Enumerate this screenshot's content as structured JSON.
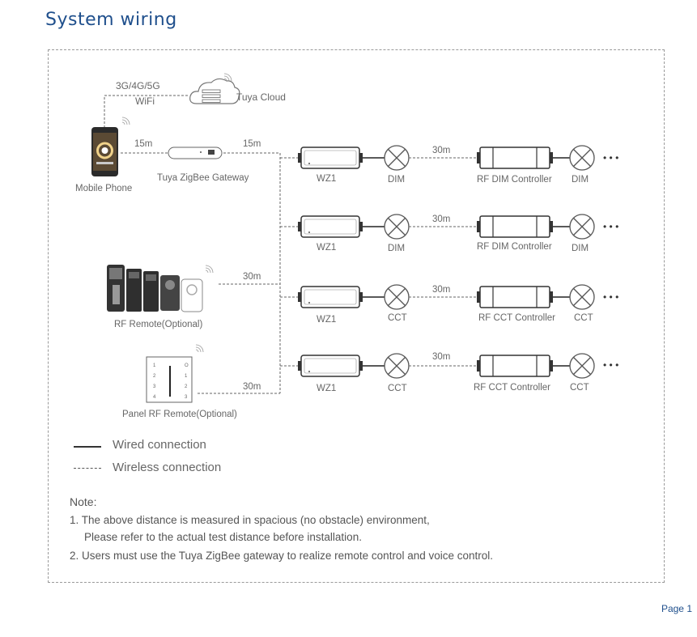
{
  "title": "System wiring",
  "cloud": {
    "network_label": "3G/4G/5G",
    "wifi_label": "WiFi",
    "label": "Tuya Cloud"
  },
  "phone": {
    "label": "Mobile Phone"
  },
  "gateway": {
    "label": "Tuya ZigBee Gateway",
    "distance_in": "15m",
    "distance_out": "15m"
  },
  "rf_remote": {
    "label": "RF Remote(Optional)",
    "distance": "30m"
  },
  "panel_remote": {
    "label": "Panel RF Remote(Optional)",
    "distance": "30m",
    "left_keys": [
      "1",
      "2",
      "3",
      "4"
    ],
    "right_keys": [
      "O",
      "1",
      "2",
      "3"
    ]
  },
  "rows": [
    {
      "receiver": "WZ1",
      "load1": "DIM",
      "distance": "30m",
      "controller": "RF DIM Controller",
      "load2": "DIM",
      "more": "• • •"
    },
    {
      "receiver": "WZ1",
      "load1": "DIM",
      "distance": "30m",
      "controller": "RF DIM Controller",
      "load2": "DIM",
      "more": "• • •"
    },
    {
      "receiver": "WZ1",
      "load1": "CCT",
      "distance": "30m",
      "controller": "RF CCT Controller",
      "load2": "CCT",
      "more": "• • •"
    },
    {
      "receiver": "WZ1",
      "load1": "CCT",
      "distance": "30m",
      "controller": "RF CCT Controller",
      "load2": "CCT",
      "more": "• • •"
    }
  ],
  "legend": {
    "wired": "Wired connection",
    "wireless": "Wireless connection"
  },
  "notes": {
    "heading": "Note:",
    "line1": "1. The above distance is measured in spacious (no obstacle) environment,",
    "line1b": "Please refer to the actual test distance before installation.",
    "line2": "2. Users must use the Tuya ZigBee gateway to realize remote control and voice control."
  },
  "page": "Page 1"
}
